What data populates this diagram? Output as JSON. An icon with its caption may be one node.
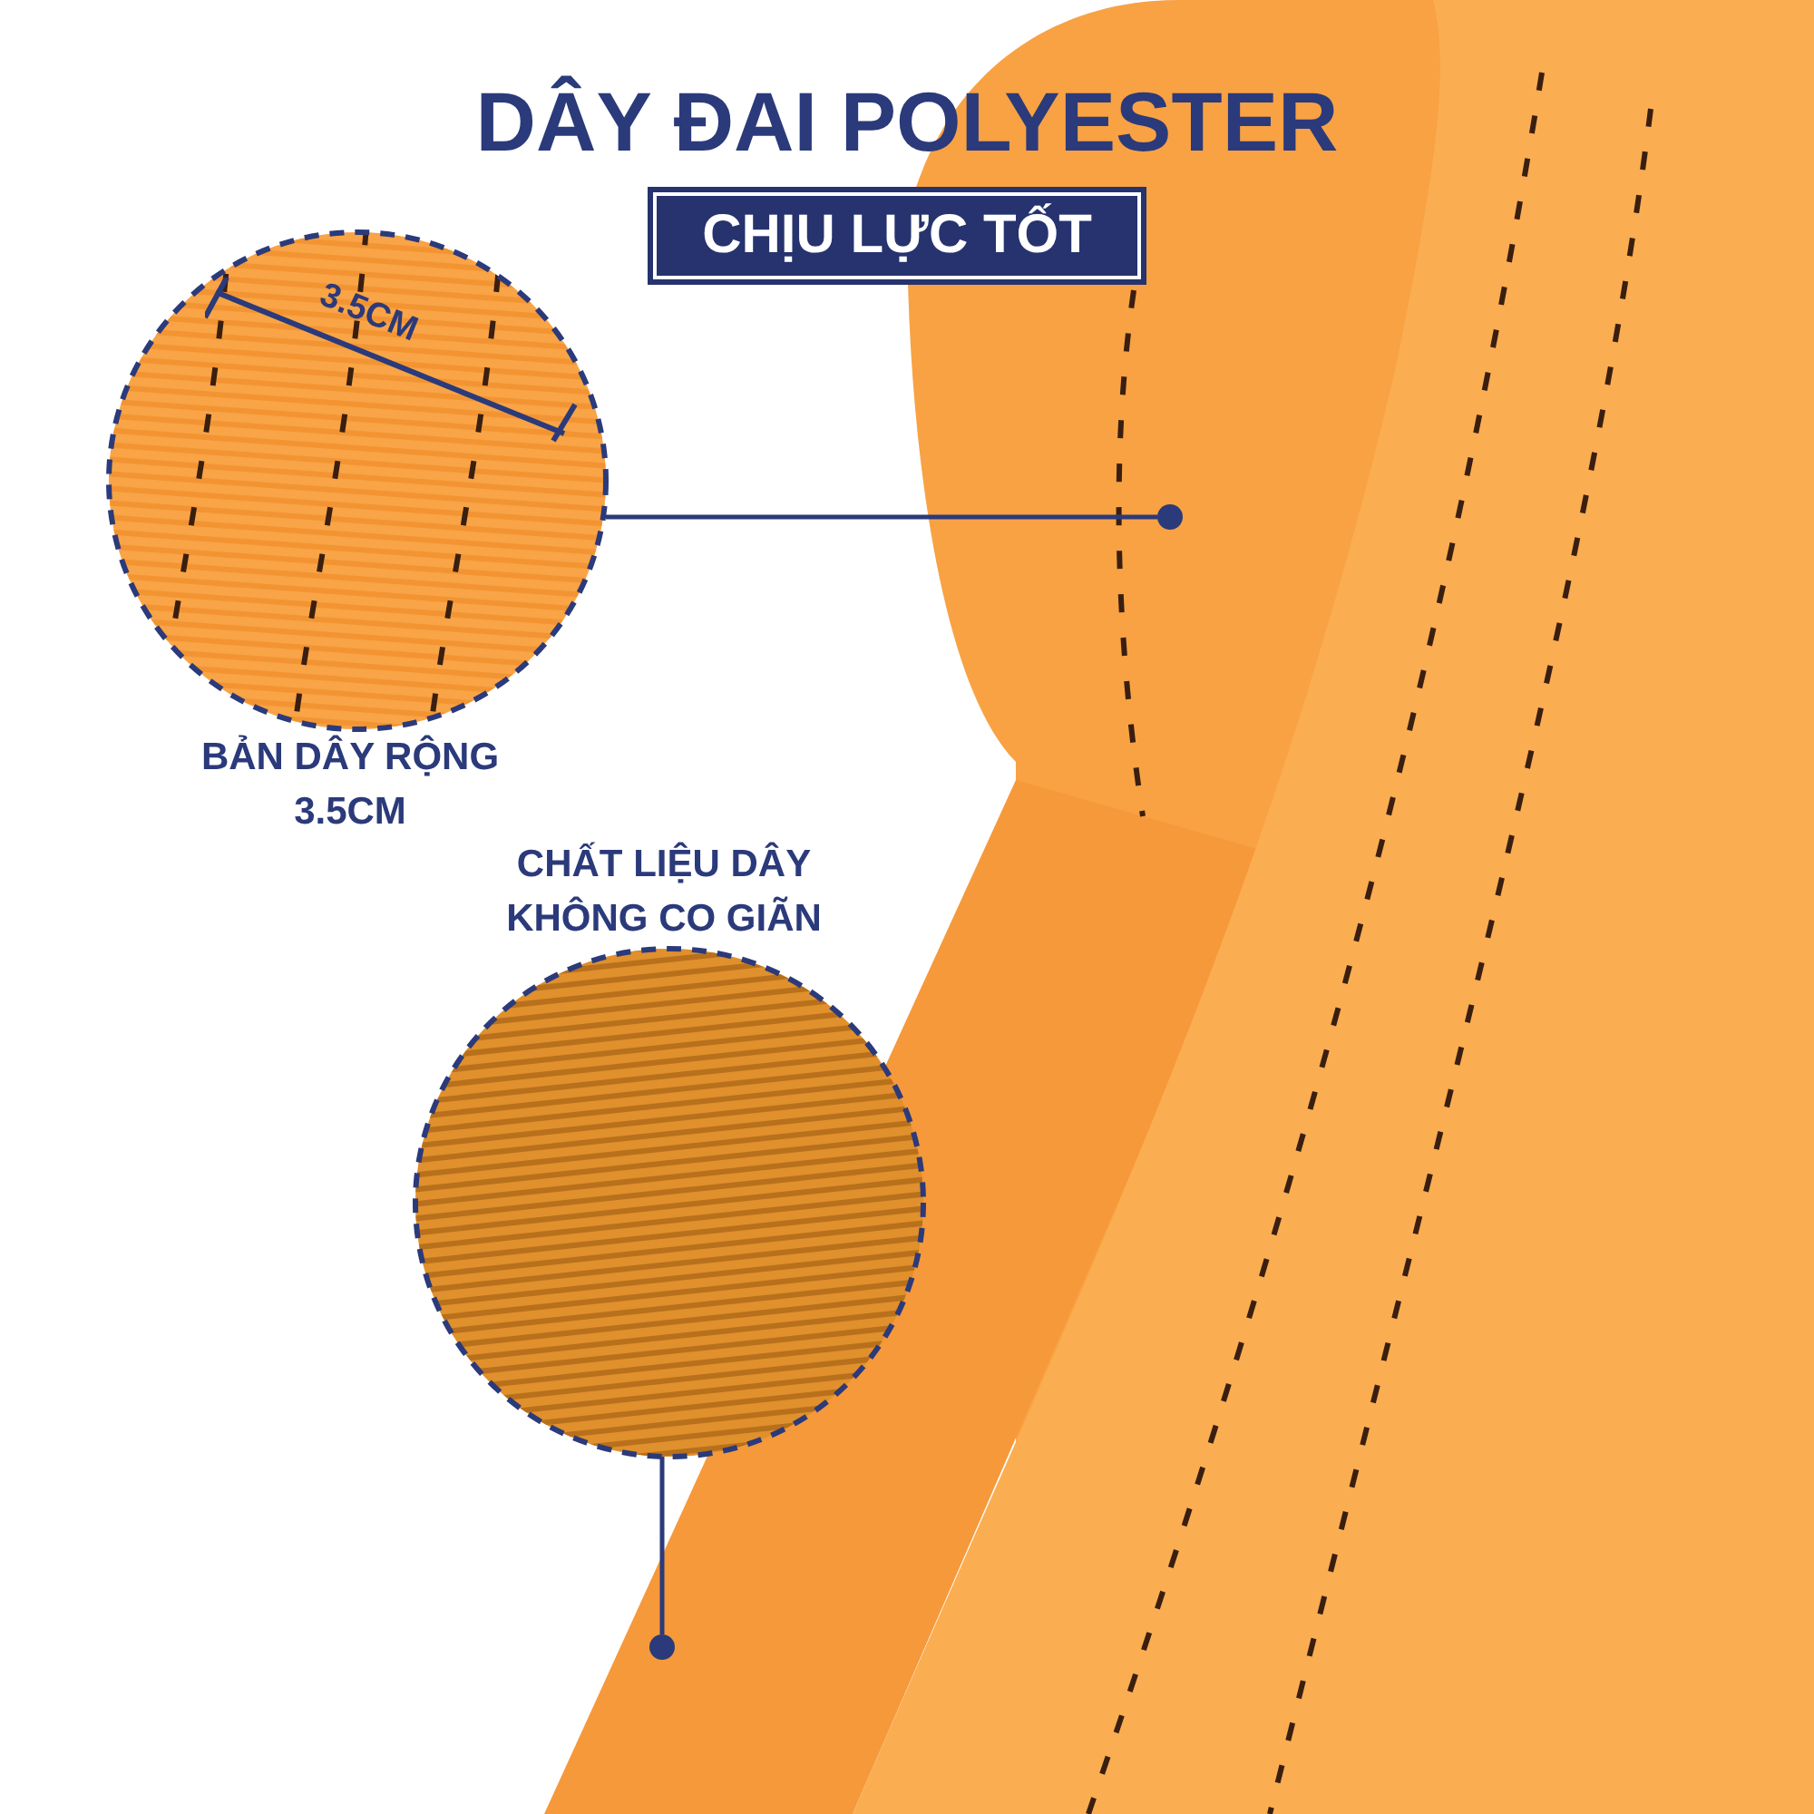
{
  "diagram": {
    "title": "DÂY ĐAI POLYESTER",
    "nodes": [
      {
        "text": [
          "CHỊU LỰC TỐT"
        ]
      },
      {
        "text": [],
        "shape": "picture",
        "beside": [
          "BẢN DÂY RỘNG 3.5CM"
        ]
      },
      {
        "text": [],
        "shape": "circle"
      },
      {
        "text": [],
        "shape": "picture",
        "beside": [
          "CHẤT LIỆU DÂY KHÔNG CO GIÃN"
        ]
      },
      {
        "text": [],
        "shape": "circle"
      }
    ],
    "edges": [
      {
        "from": 1,
        "to": 2,
        "arrow": "none"
      },
      {
        "from": 3,
        "to": 4,
        "arrow": "none"
      }
    ],
    "labels": [
      "3.5CM"
    ]
  }
}
